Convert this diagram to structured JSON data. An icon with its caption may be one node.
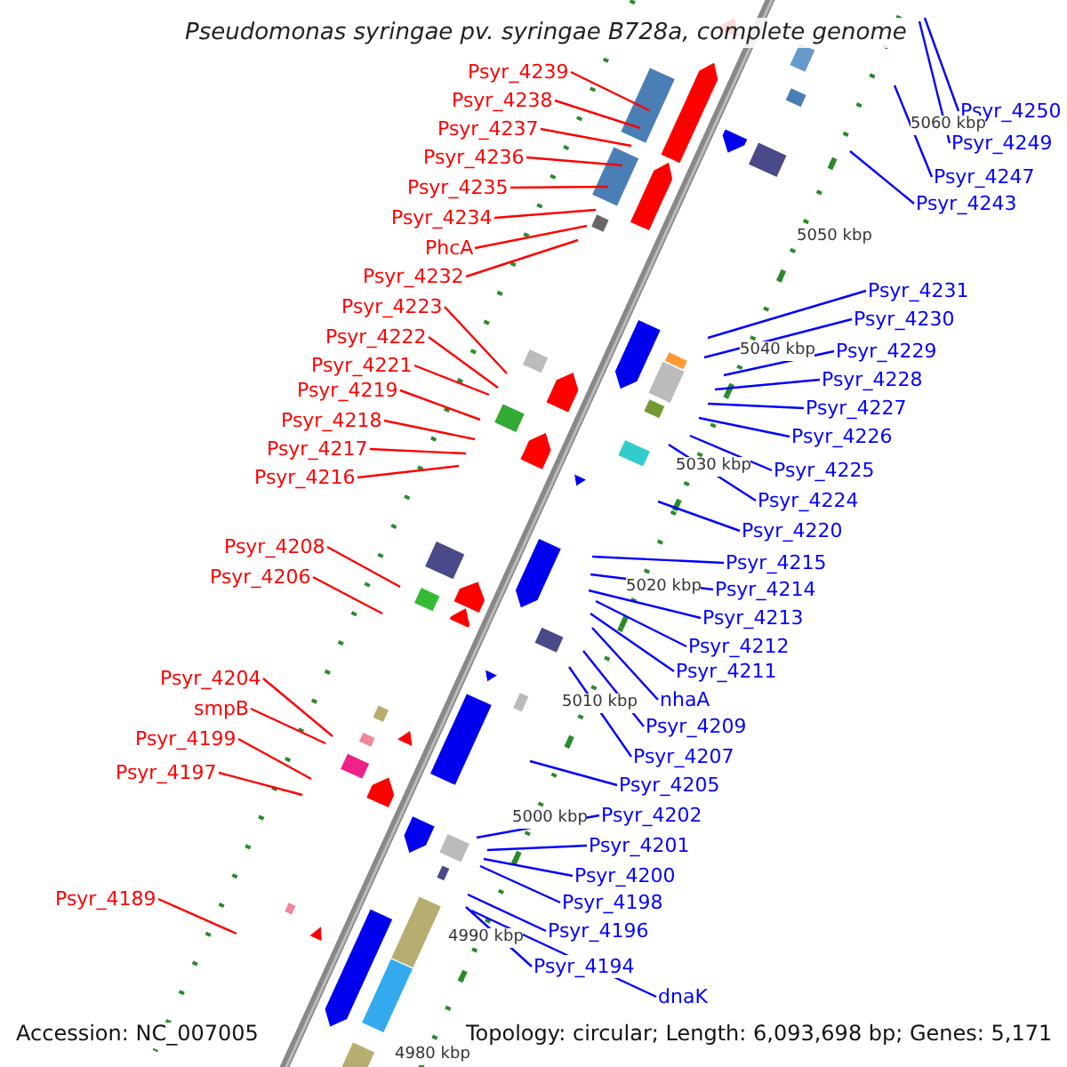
{
  "diagram": {
    "title": "Pseudomonas syringae pv. syringae B728a, complete genome",
    "nodes": [
      {
        "text": [
          "Psyr_4239"
        ]
      },
      {
        "text": [
          "Psyr_4238"
        ]
      },
      {
        "text": [
          "Psyr_4237"
        ]
      },
      {
        "text": [
          "Psyr_4236"
        ]
      },
      {
        "text": [
          "Psyr_4235"
        ]
      },
      {
        "text": [
          "Psyr_4234"
        ]
      },
      {
        "text": [
          "PhcA"
        ]
      },
      {
        "text": [
          "Psyr_4232"
        ]
      },
      {
        "text": [
          "Psyr_4223"
        ]
      },
      {
        "text": [
          "Psyr_4222"
        ]
      },
      {
        "text": [
          "Psyr_4221"
        ]
      },
      {
        "text": [
          "Psyr_4219"
        ]
      },
      {
        "text": [
          "Psyr_4218"
        ]
      },
      {
        "text": [
          "Psyr_4217"
        ]
      },
      {
        "text": [
          "Psyr_4216"
        ]
      },
      {
        "text": [
          "Psyr_4208"
        ]
      },
      {
        "text": [
          "Psyr_4206"
        ]
      },
      {
        "text": [
          "Psyr_4204"
        ]
      },
      {
        "text": [
          "smpB"
        ]
      },
      {
        "text": [
          "Psyr_4199"
        ]
      },
      {
        "text": [
          "Psyr_4197"
        ]
      },
      {
        "text": [
          "Psyr_4189"
        ]
      },
      {
        "text": [
          "Psyr_4250"
        ]
      },
      {
        "text": [
          "Psyr_4249"
        ]
      },
      {
        "text": [
          "Psyr_4247"
        ]
      },
      {
        "text": [
          "Psyr_4243"
        ]
      },
      {
        "text": [
          "Psyr_4231"
        ]
      },
      {
        "text": [
          "Psyr_4230"
        ]
      },
      {
        "text": [
          "Psyr_4229"
        ]
      },
      {
        "text": [
          "Psyr_4228"
        ]
      },
      {
        "text": [
          "Psyr_4227"
        ]
      },
      {
        "text": [
          "Psyr_4226"
        ]
      },
      {
        "text": [
          "Psyr_4225"
        ]
      },
      {
        "text": [
          "Psyr_4224"
        ]
      },
      {
        "text": [
          "Psyr_4220"
        ]
      },
      {
        "text": [
          "Psyr_4215"
        ]
      },
      {
        "text": [
          "Psyr_4214"
        ]
      },
      {
        "text": [
          "Psyr_4213"
        ]
      },
      {
        "text": [
          "Psyr_4212"
        ]
      },
      {
        "text": [
          "Psyr_4211"
        ]
      },
      {
        "text": [
          "nhaA"
        ]
      },
      {
        "text": [
          "Psyr_4209"
        ]
      },
      {
        "text": [
          "Psyr_4207"
        ]
      },
      {
        "text": [
          "Psyr_4205"
        ]
      },
      {
        "text": [
          "Psyr_4202"
        ]
      },
      {
        "text": [
          "Psyr_4201"
        ]
      },
      {
        "text": [
          "Psyr_4200"
        ]
      },
      {
        "text": [
          "Psyr_4198"
        ]
      },
      {
        "text": [
          "Psyr_4196"
        ]
      },
      {
        "text": [
          "Psyr_4194"
        ]
      },
      {
        "text": [
          "dnaK"
        ]
      }
    ],
    "edges": [
      {
        "from": 0,
        "to": null,
        "arrow": "none",
        "color": "#ff0000"
      },
      {
        "from": 1,
        "to": null,
        "arrow": "none",
        "color": "#ff0000"
      },
      {
        "from": 2,
        "to": null,
        "arrow": "none",
        "color": "#ff0000"
      },
      {
        "from": 3,
        "to": null,
        "arrow": "none",
        "color": "#ff0000"
      },
      {
        "from": 4,
        "to": null,
        "arrow": "none",
        "color": "#ff0000"
      },
      {
        "from": 5,
        "to": null,
        "arrow": "none",
        "color": "#ff0000"
      },
      {
        "from": 6,
        "to": null,
        "arrow": "none",
        "color": "#ff0000"
      },
      {
        "from": 7,
        "to": null,
        "arrow": "none",
        "color": "#ff0000"
      },
      {
        "from": 8,
        "to": null,
        "arrow": "none",
        "color": "#ff0000"
      },
      {
        "from": 9,
        "to": null,
        "arrow": "none",
        "color": "#ff0000"
      },
      {
        "from": 10,
        "to": null,
        "arrow": "none",
        "color": "#ff0000"
      },
      {
        "from": 11,
        "to": null,
        "arrow": "none",
        "color": "#ff0000"
      },
      {
        "from": 12,
        "to": null,
        "arrow": "none",
        "color": "#ff0000"
      },
      {
        "from": 13,
        "to": null,
        "arrow": "none",
        "color": "#ff0000"
      },
      {
        "from": 14,
        "to": null,
        "arrow": "none",
        "color": "#ff0000"
      },
      {
        "from": 15,
        "to": null,
        "arrow": "none",
        "color": "#ff0000"
      },
      {
        "from": 16,
        "to": null,
        "arrow": "none",
        "color": "#ff0000"
      },
      {
        "from": 17,
        "to": null,
        "arrow": "none",
        "color": "#ff0000"
      },
      {
        "from": 18,
        "to": null,
        "arrow": "none",
        "color": "#ff0000"
      },
      {
        "from": 19,
        "to": null,
        "arrow": "none",
        "color": "#ff0000"
      },
      {
        "from": 20,
        "to": null,
        "arrow": "none",
        "color": "#ff0000"
      },
      {
        "from": 21,
        "to": null,
        "arrow": "none",
        "color": "#ff0000"
      },
      {
        "from": 22,
        "to": null,
        "arrow": "none"
      },
      {
        "from": 23,
        "to": null,
        "arrow": "none"
      },
      {
        "from": 24,
        "to": null,
        "arrow": "none"
      },
      {
        "from": 25,
        "to": null,
        "arrow": "none"
      },
      {
        "from": 26,
        "to": null,
        "arrow": "none"
      },
      {
        "from": 27,
        "to": null,
        "arrow": "none"
      },
      {
        "from": 28,
        "to": null,
        "arrow": "none"
      },
      {
        "from": 29,
        "to": null,
        "arrow": "none"
      },
      {
        "from": 30,
        "to": null,
        "arrow": "none"
      },
      {
        "from": 31,
        "to": null,
        "arrow": "none"
      },
      {
        "from": 32,
        "to": null,
        "arrow": "none"
      },
      {
        "from": 33,
        "to": null,
        "arrow": "none"
      },
      {
        "from": 34,
        "to": null,
        "arrow": "none"
      },
      {
        "from": 35,
        "to": null,
        "arrow": "none"
      },
      {
        "from": 36,
        "to": null,
        "arrow": "none"
      },
      {
        "from": 37,
        "to": null,
        "arrow": "none"
      },
      {
        "from": 38,
        "to": null,
        "arrow": "none"
      },
      {
        "from": 39,
        "to": null,
        "arrow": "none"
      },
      {
        "from": 40,
        "to": null,
        "arrow": "none"
      },
      {
        "from": 41,
        "to": null,
        "arrow": "none"
      },
      {
        "from": 42,
        "to": null,
        "arrow": "none"
      },
      {
        "from": 43,
        "to": null,
        "arrow": "none"
      },
      {
        "from": 44,
        "to": null,
        "arrow": "none"
      },
      {
        "from": 45,
        "to": null,
        "arrow": "none"
      },
      {
        "from": 46,
        "to": null,
        "arrow": "none"
      },
      {
        "from": 47,
        "to": null,
        "arrow": "none"
      },
      {
        "from": 48,
        "to": null,
        "arrow": "none"
      },
      {
        "from": 49,
        "to": null,
        "arrow": "none"
      },
      {
        "from": 50,
        "to": null,
        "arrow": "none"
      }
    ],
    "labels": [
      "5060 kbp",
      "5050 kbp",
      "5040 kbp",
      "5030 kbp",
      "5020 kbp",
      "5010 kbp",
      "5000 kbp",
      "4990 kbp",
      "4980 kbp",
      "Accession: NC_007005",
      "Topology: circular; Length: 6,093,698 bp; Genes: 5,171"
    ]
  }
}
